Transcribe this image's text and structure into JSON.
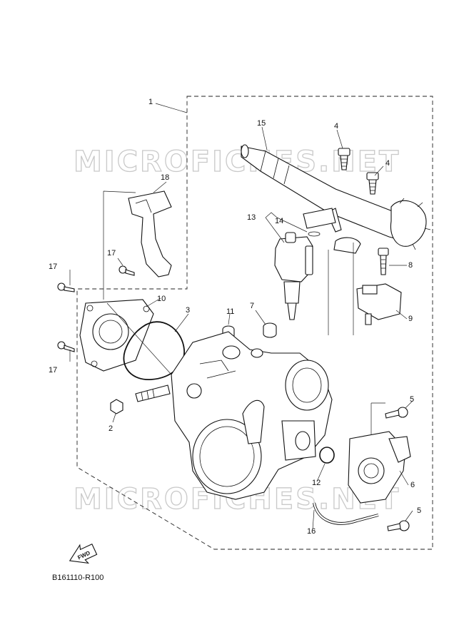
{
  "watermark": {
    "top": "MICROFICHES.NET",
    "bottom": "MICROFICHES.NET"
  },
  "diagram_code": "B161110-R100",
  "fwd_label": "FWD",
  "callouts": {
    "c1": "1",
    "c2": "2",
    "c3": "3",
    "c4a": "4",
    "c4b": "4",
    "c5a": "5",
    "c5b": "5",
    "c6": "6",
    "c7": "7",
    "c8": "8",
    "c9": "9",
    "c10": "10",
    "c11": "11",
    "c12": "12",
    "c13": "13",
    "c14": "14",
    "c15": "15",
    "c16": "16",
    "c17a": "17",
    "c17b": "17",
    "c17c": "17",
    "c18": "18"
  }
}
